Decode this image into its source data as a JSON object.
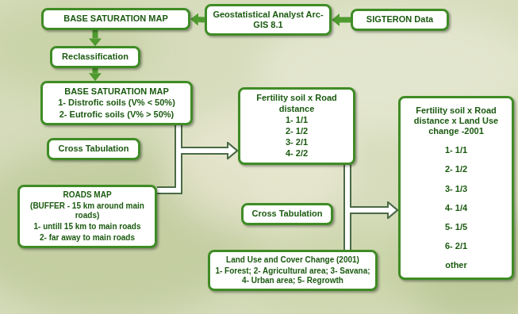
{
  "diagram": {
    "nodes": [
      {
        "text": [
          "BASE SATURATION MAP"
        ]
      },
      {
        "text": [
          "Geostatistical Analyst Arc-GIS 8.1"
        ]
      },
      {
        "text": [
          "SIGTERON Data"
        ]
      },
      {
        "text": [
          "Reclassification"
        ]
      },
      {
        "text": [
          "BASE SATURATION MAP",
          "1- Distrofic soils (V% < 50%)",
          "2- Eutrofic soils (V% > 50%)"
        ]
      },
      {
        "text": [
          "Cross Tabulation"
        ]
      },
      {
        "text": [
          "Fertility soil x Road distance",
          "1- 1/1",
          "2- 1/2",
          "3- 2/1",
          "4- 2/2"
        ]
      },
      {
        "text": [
          "Fertility soil x Road distance x Land Use change -2001",
          "1- 1/1",
          "2- 1/2",
          "3- 1/3",
          "4- 1/4",
          "5- 1/5",
          "6- 2/1",
          "other"
        ]
      },
      {
        "text": [
          "ROADS MAP",
          "(BUFFER - 15 km around main roads)",
          "1- untill 15 km to main roads",
          "2- far away to main roads"
        ]
      },
      {
        "text": [
          "Cross Tabulation"
        ]
      },
      {
        "text": [
          "Land Use and Cover Change (2001)",
          "1- Forest; 2- Agricultural area; 3- Savana; 4- Urban area; 5- Regrowth"
        ]
      }
    ],
    "edges": [
      {
        "from": 2,
        "to": 1,
        "arrow": "to"
      },
      {
        "from": 1,
        "to": 0,
        "arrow": "to"
      },
      {
        "from": 0,
        "to": 3,
        "arrow": "to"
      },
      {
        "from": 3,
        "to": 4,
        "arrow": "to"
      },
      {
        "from": 4,
        "to": 6,
        "arrow": "to"
      },
      {
        "from": 8,
        "to": 6,
        "arrow": "to"
      },
      {
        "from": 6,
        "to": 7,
        "arrow": "to"
      },
      {
        "from": 10,
        "to": 7,
        "arrow": "to"
      }
    ]
  }
}
